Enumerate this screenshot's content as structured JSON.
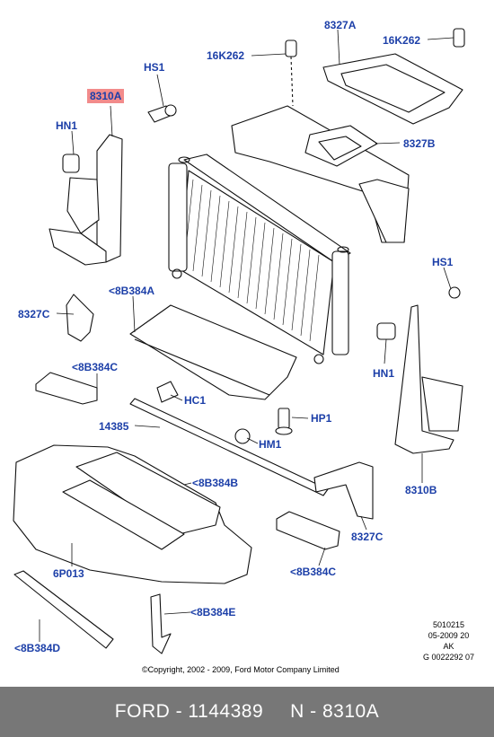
{
  "labels": {
    "l8327A": "8327A",
    "l16K262a": "16K262",
    "l16K262b": "16K262",
    "lHS1a": "HS1",
    "l8310A": "8310A",
    "lHN1a": "HN1",
    "l8327B": "8327B",
    "l8B384A": "<8B384A",
    "l8327Ca": "8327C",
    "lHS1b": "HS1",
    "l8B384Ca": "<8B384C",
    "lHN1b": "HN1",
    "lHC1": "HC1",
    "lHP1": "HP1",
    "l14385": "14385",
    "lHM1": "HM1",
    "l8B384B": "<8B384B",
    "l8310B": "8310B",
    "l6P013": "6P013",
    "l8327Cb": "8327C",
    "l8B384Cb": "<8B384C",
    "l8B384E": "<8B384E",
    "l8B384D": "<8B384D"
  },
  "meta": {
    "line1": "5010215",
    "line2": "05-2009 20",
    "line3": "AK",
    "line4": "G 0022292 07"
  },
  "copyright": "©Copyright, 2002 - 2009, Ford Motor Company Limited",
  "footer": {
    "part": "FORD - 1144389",
    "number": "N - 8310A"
  },
  "colors": {
    "label": "#1c3fa8",
    "highlight": "#f28b8b",
    "footer_bg": "#777777"
  }
}
